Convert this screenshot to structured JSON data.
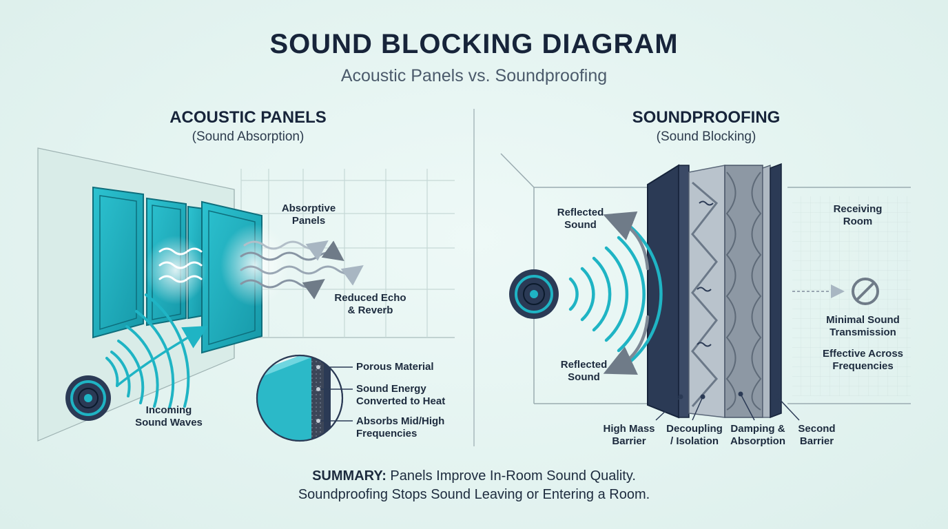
{
  "title": "SOUND BLOCKING DIAGRAM",
  "subtitle": "Acoustic Panels vs. Soundproofing",
  "left": {
    "heading": "ACOUSTIC PANELS",
    "subheading": "(Sound Absorption)",
    "labels": {
      "absorptive_panels": [
        "Absorptive",
        "Panels"
      ],
      "reduced_echo": [
        "Reduced Echo",
        "& Reverb"
      ],
      "incoming": [
        "Incoming",
        "Sound Waves"
      ],
      "porous": "Porous Material",
      "energy": [
        "Sound Energy",
        "Converted to Heat"
      ],
      "absorbs": [
        "Absorbs Mid/High",
        "Frequencies"
      ]
    }
  },
  "right": {
    "heading": "SOUNDPROOFING",
    "subheading": "(Sound Blocking)",
    "labels": {
      "reflected_top": [
        "Reflected",
        "Sound"
      ],
      "reflected_bottom": [
        "Reflected",
        "Sound"
      ],
      "receiving": [
        "Receiving",
        "Room"
      ],
      "minimal": [
        "Minimal Sound",
        "Transmission"
      ],
      "effective": [
        "Effective Across",
        "Frequencies"
      ],
      "high_mass": [
        "High Mass",
        "Barrier"
      ],
      "decoupling": [
        "Decoupling",
        "/ Isolation"
      ],
      "damping": [
        "Damping &",
        "Absorption"
      ],
      "second": [
        "Second",
        "Barrier"
      ]
    }
  },
  "summary": {
    "lead": "SUMMARY:",
    "line1": "Panels Improve In-Room Sound Quality.",
    "line2": "Soundproofing Stops Sound Leaving or Entering a Room."
  },
  "colors": {
    "teal": "#1fb4c4",
    "teal_dark": "#0e8c9c",
    "navy": "#2b3a55",
    "gray_arrow": "#6f7b88",
    "background": "#e6f5f3"
  },
  "icons": [
    "speaker-icon",
    "no-transmission-icon"
  ]
}
